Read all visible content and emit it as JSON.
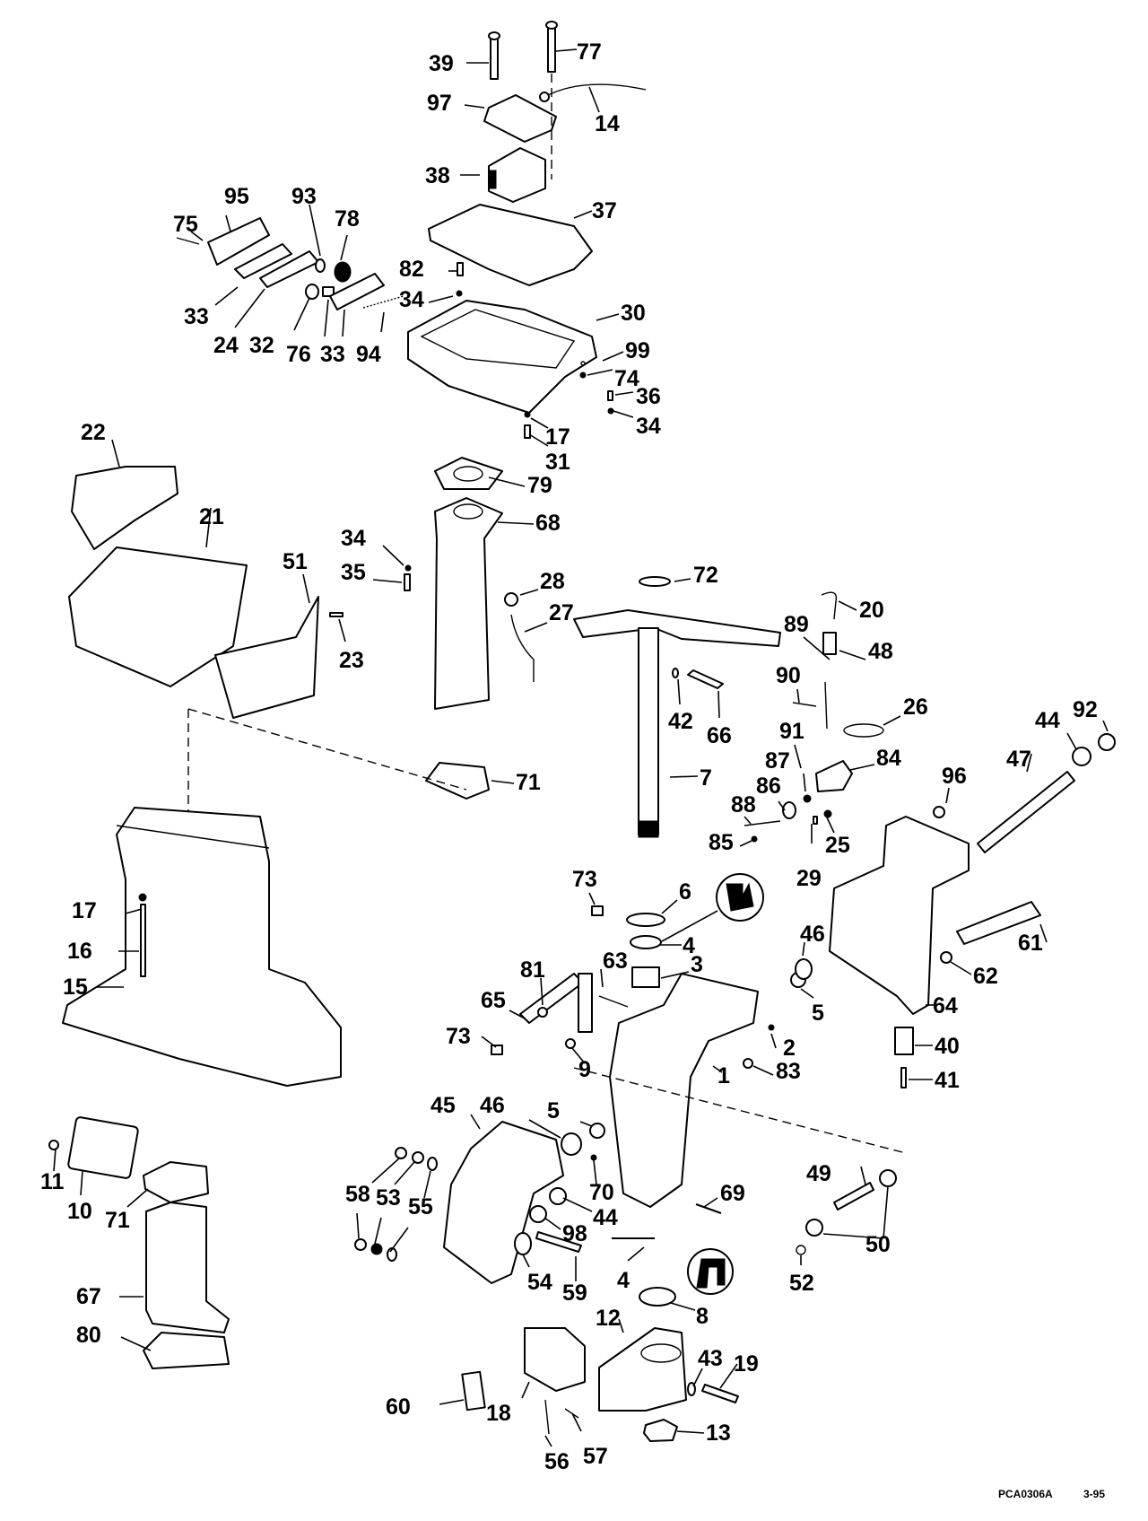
{
  "diagram": {
    "title": "Exploded parts diagram – outboard midsection (adapter, exhaust housing, swivel/stern brackets)",
    "code": "PCA0306A",
    "date": "3-95",
    "callouts": [
      "39",
      "77",
      "97",
      "14",
      "38",
      "37",
      "95",
      "93",
      "75",
      "78",
      "82",
      "33",
      "24",
      "32",
      "76",
      "33",
      "94",
      "34",
      "30",
      "99",
      "74",
      "36",
      "34",
      "17",
      "31",
      "22",
      "79",
      "21",
      "68",
      "34",
      "51",
      "35",
      "28",
      "23",
      "27",
      "72",
      "20",
      "89",
      "48",
      "90",
      "42",
      "66",
      "26",
      "91",
      "92",
      "44",
      "87",
      "84",
      "96",
      "47",
      "7",
      "71",
      "86",
      "88",
      "85",
      "25",
      "29",
      "73",
      "6",
      "4",
      "46",
      "17",
      "16",
      "15",
      "81",
      "63",
      "3",
      "62",
      "61",
      "65",
      "73",
      "5",
      "64",
      "2",
      "9",
      "83",
      "1",
      "40",
      "41",
      "45",
      "46",
      "5",
      "70",
      "69",
      "49",
      "58",
      "53",
      "55",
      "44",
      "98",
      "11",
      "10",
      "71",
      "54",
      "59",
      "4",
      "50",
      "52",
      "8",
      "67",
      "80",
      "12",
      "43",
      "19",
      "60",
      "18",
      "13",
      "56",
      "57"
    ],
    "insets": [
      "seal-lip-orientation-upper",
      "seal-lip-orientation-lower"
    ]
  }
}
